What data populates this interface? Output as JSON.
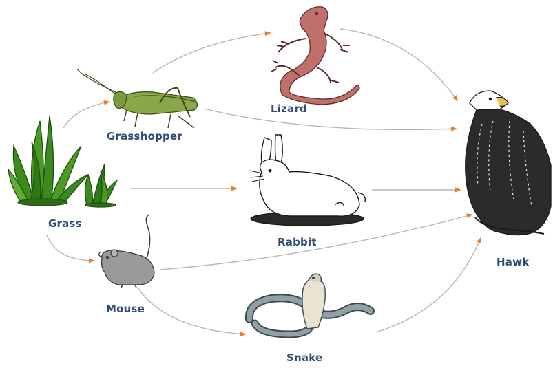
{
  "organisms": {
    "grass": "Grass",
    "grasshopper": "Grasshopper",
    "lizard": "Lizard",
    "rabbit": "Rabbit",
    "mouse": "Mouse",
    "snake": "Snake",
    "hawk": "Hawk"
  },
  "links": [
    {
      "from": "grass",
      "to": "grasshopper"
    },
    {
      "from": "grass",
      "to": "rabbit"
    },
    {
      "from": "grass",
      "to": "mouse"
    },
    {
      "from": "grasshopper",
      "to": "lizard"
    },
    {
      "from": "grasshopper",
      "to": "hawk"
    },
    {
      "from": "lizard",
      "to": "hawk"
    },
    {
      "from": "rabbit",
      "to": "hawk"
    },
    {
      "from": "mouse",
      "to": "hawk"
    },
    {
      "from": "mouse",
      "to": "snake"
    },
    {
      "from": "snake",
      "to": "hawk"
    }
  ],
  "colors": {
    "label": "#2f4a74",
    "arrow_line": "#b5b5b5",
    "arrowhead": "#f07d1e",
    "grass": "#3c8a1e",
    "grasshopper": "#8aa84a",
    "lizard": "#c0706a",
    "rabbit": "#ffffff",
    "mouse": "#9a9a9a",
    "snake": "#8fa0a6",
    "hawk": "#1a1a1a"
  }
}
